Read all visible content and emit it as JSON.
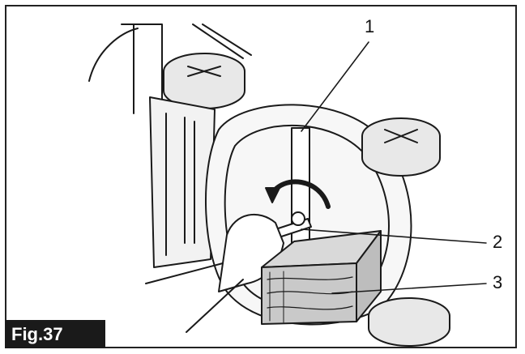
{
  "figure": {
    "label": "Fig.37",
    "callouts": [
      {
        "id": "1",
        "text": "1"
      },
      {
        "id": "2",
        "text": "2"
      },
      {
        "id": "3",
        "text": "3"
      }
    ]
  },
  "colors": {
    "line": "#1a1a1a",
    "shade": "#cfcfcf",
    "label_bg": "#1a1a1a"
  }
}
